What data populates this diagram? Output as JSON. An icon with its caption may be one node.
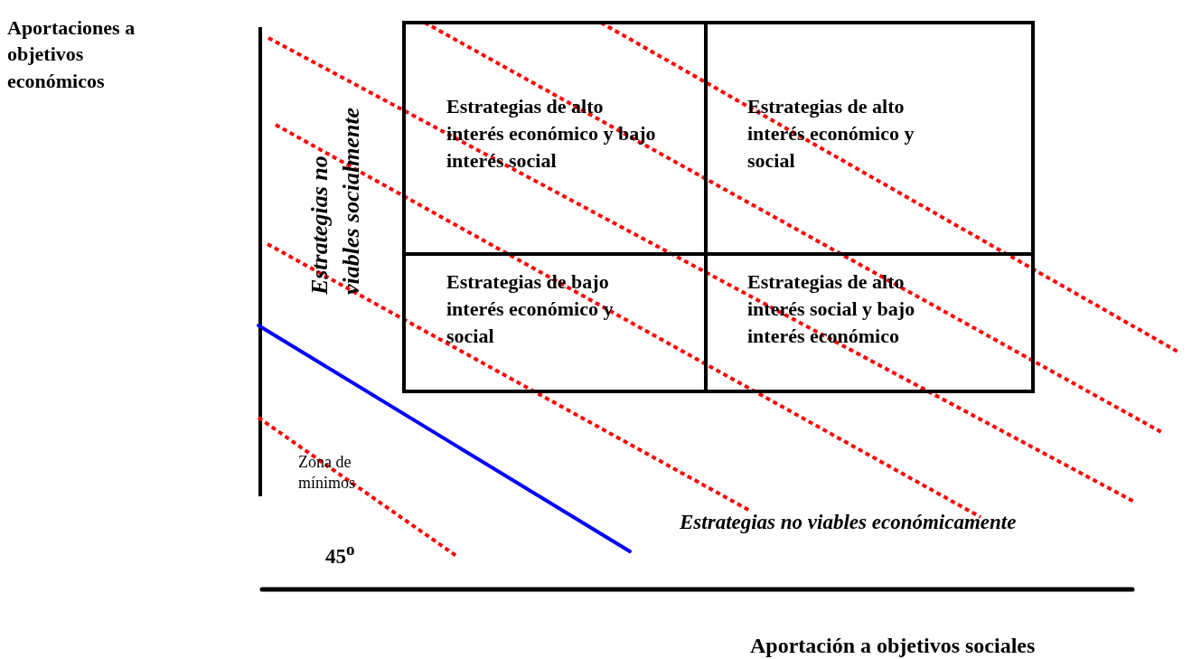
{
  "diagram": {
    "nodes": [
      {
        "text": [
          "Estrategias de alto interés económico y bajo interés social"
        ]
      },
      {
        "text": [
          "Estrategias de alto interés económico y social"
        ]
      },
      {
        "text": [
          "Estrategias de bajo interés económico y social"
        ]
      },
      {
        "text": [
          "Estrategias de alto interés social y bajo interés económico"
        ]
      }
    ],
    "labels": [
      "Aportaciones a objetivos económicos",
      "Estrategias no viables socialmente",
      "Zona de mínimos",
      "Estrategias no viables económicamente",
      "45$^{o}$",
      "Aportación a objetivos sociales"
    ]
  }
}
